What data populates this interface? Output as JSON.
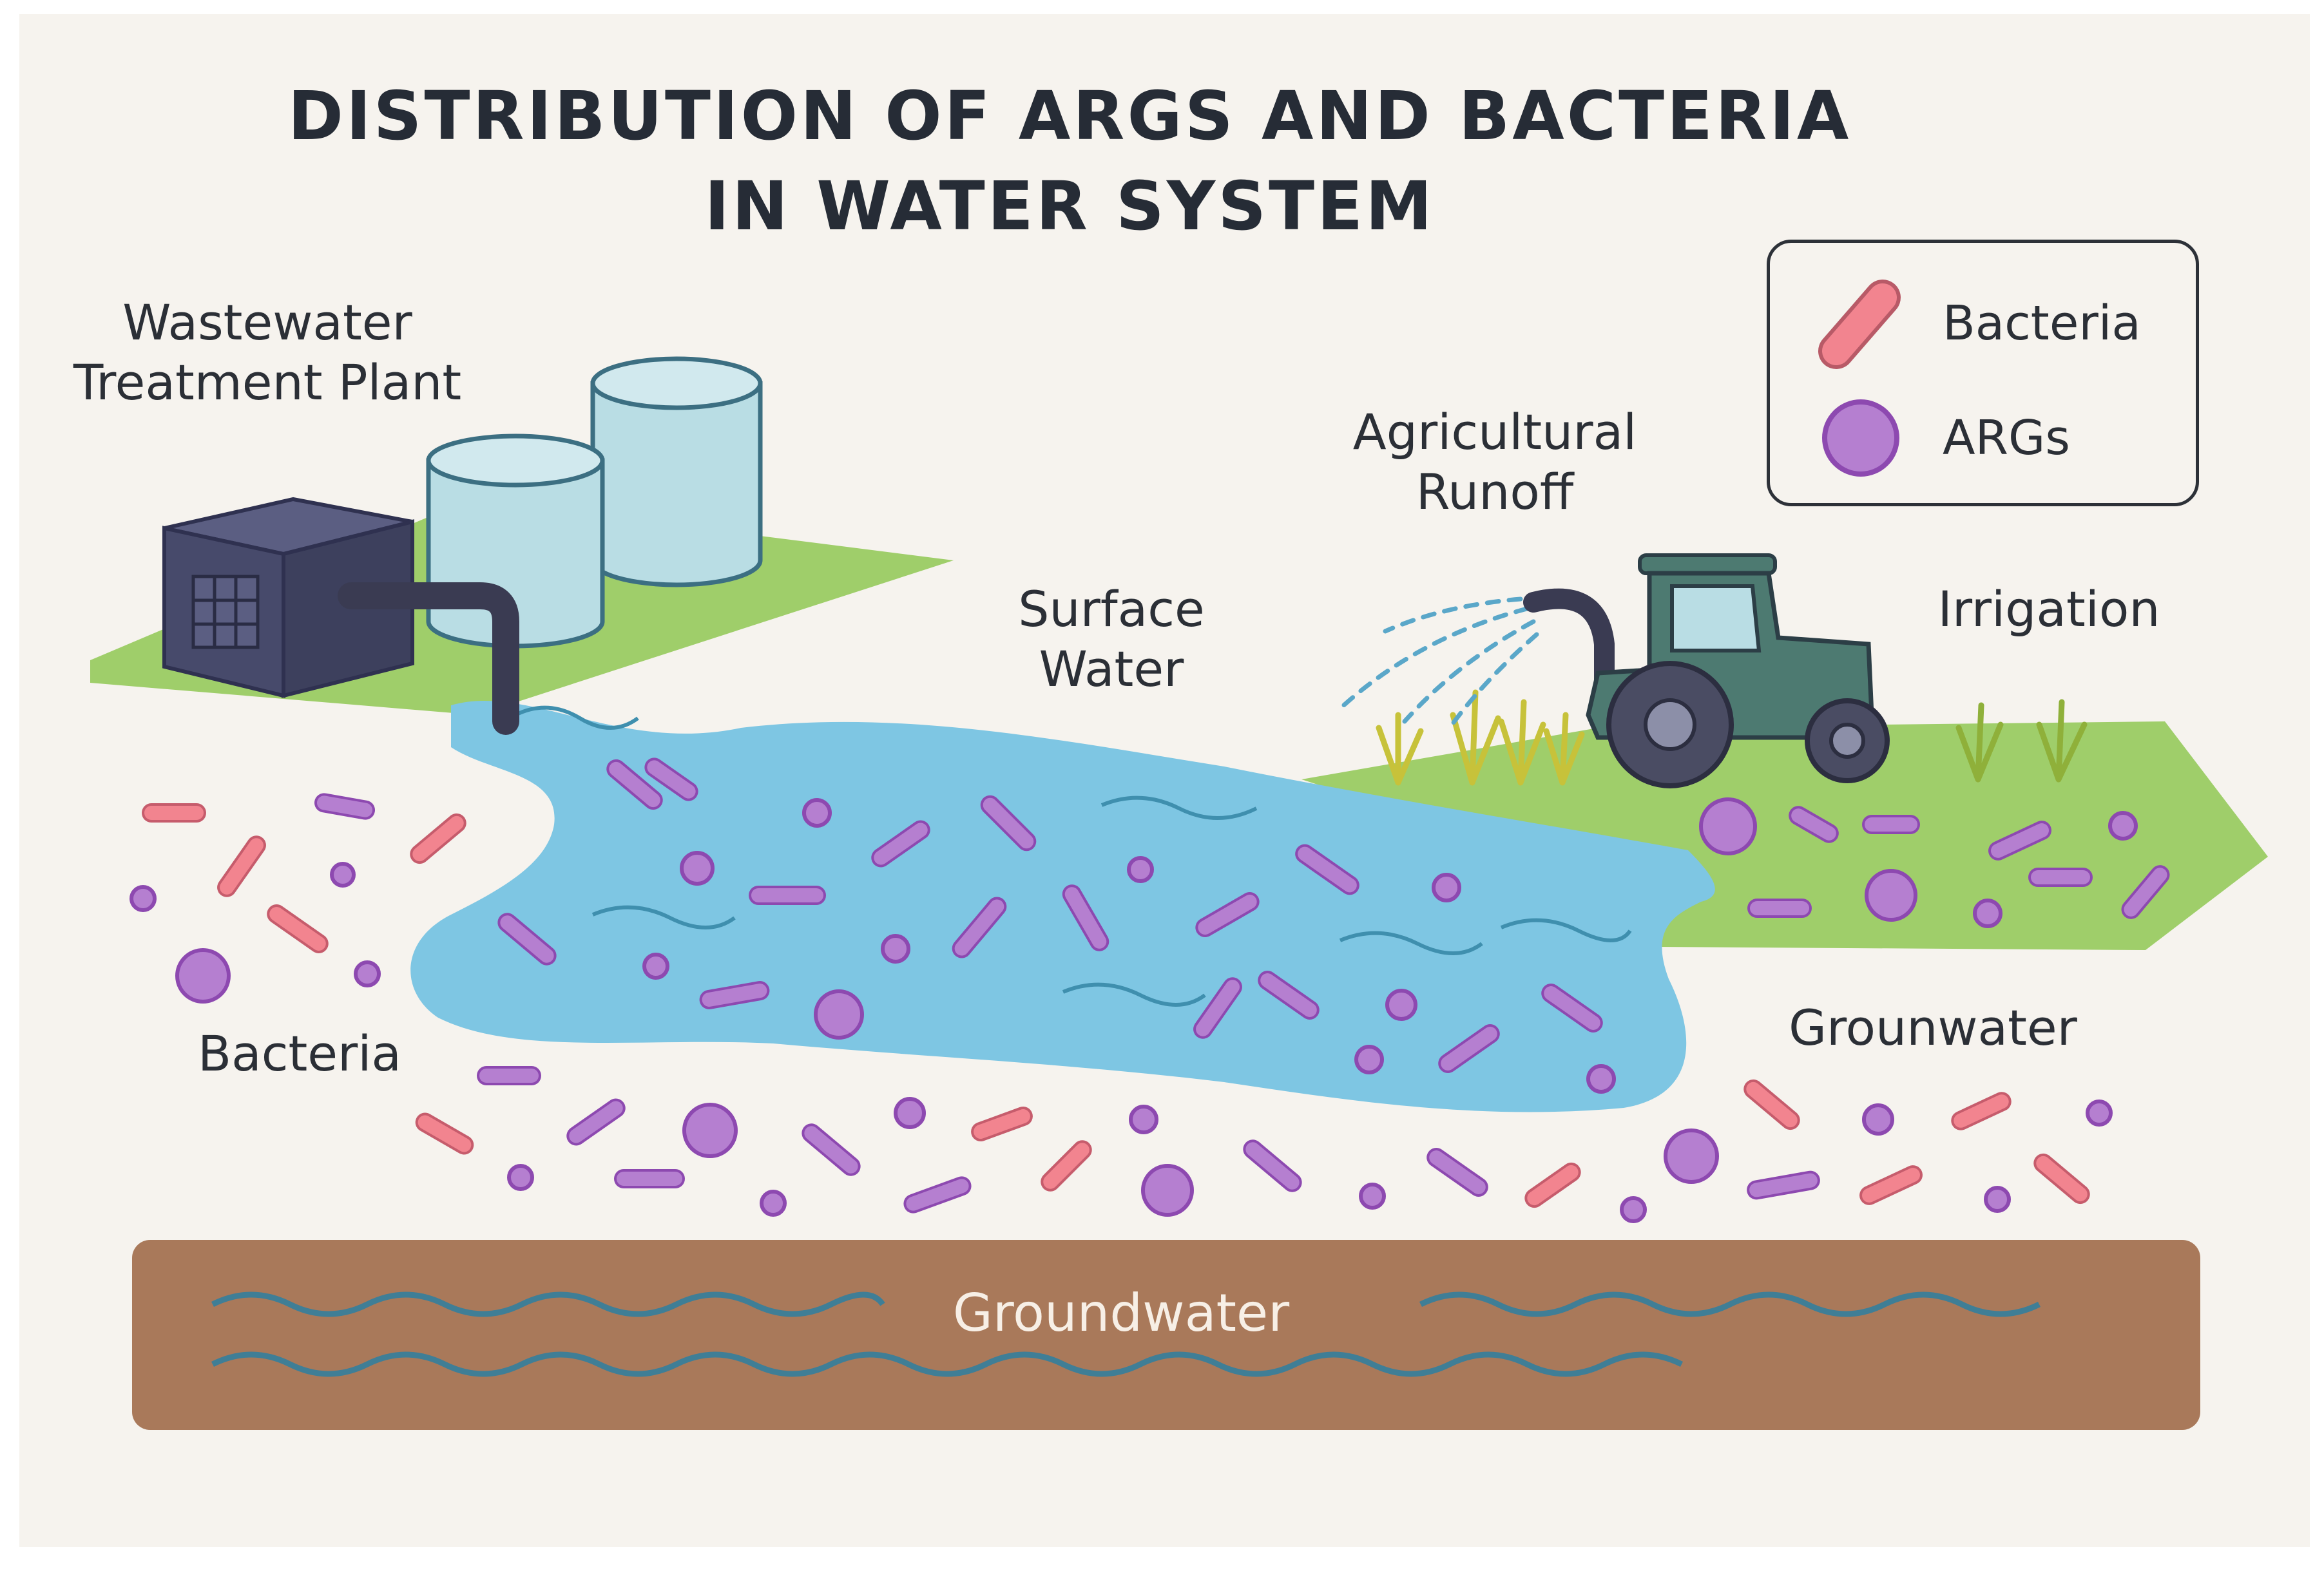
{
  "title": {
    "line1": "DISTRIBUTION OF ARGS AND BACTERIA",
    "line2": "IN WATER SYSTEM"
  },
  "legend": {
    "bacteria_label": "Bacteria",
    "args_label": "ARGs"
  },
  "labels": {
    "wwtp_line1": "Wastewater",
    "wwtp_line2": "Treatment Plant",
    "surface_line1": "Surface",
    "surface_line2": "Water",
    "agri_line1": "Agricultural",
    "agri_line2": "Runoff",
    "irrigation": "Irrigation",
    "bacteria": "Bacteria",
    "grounwater": "Grounwater",
    "groundwater_band": "Groundwater"
  },
  "colors": {
    "background": "#f6f3ee",
    "bacteria": "#f2848f",
    "args": "#b57fd0",
    "args_stroke": "#8d49b0",
    "surface_water": "#7ec6e3",
    "grass": "#9fce6a",
    "soil": "#a9795a",
    "tank": "#b9dde4",
    "building": "#474a6b",
    "tractor": "#4d7a71",
    "crops": "#c7c23a"
  },
  "icons": {
    "wwtp": "treatment-plant-icon",
    "tractor": "tractor-icon",
    "bacteria": "bacteria-rod-icon",
    "args": "args-circle-icon"
  }
}
